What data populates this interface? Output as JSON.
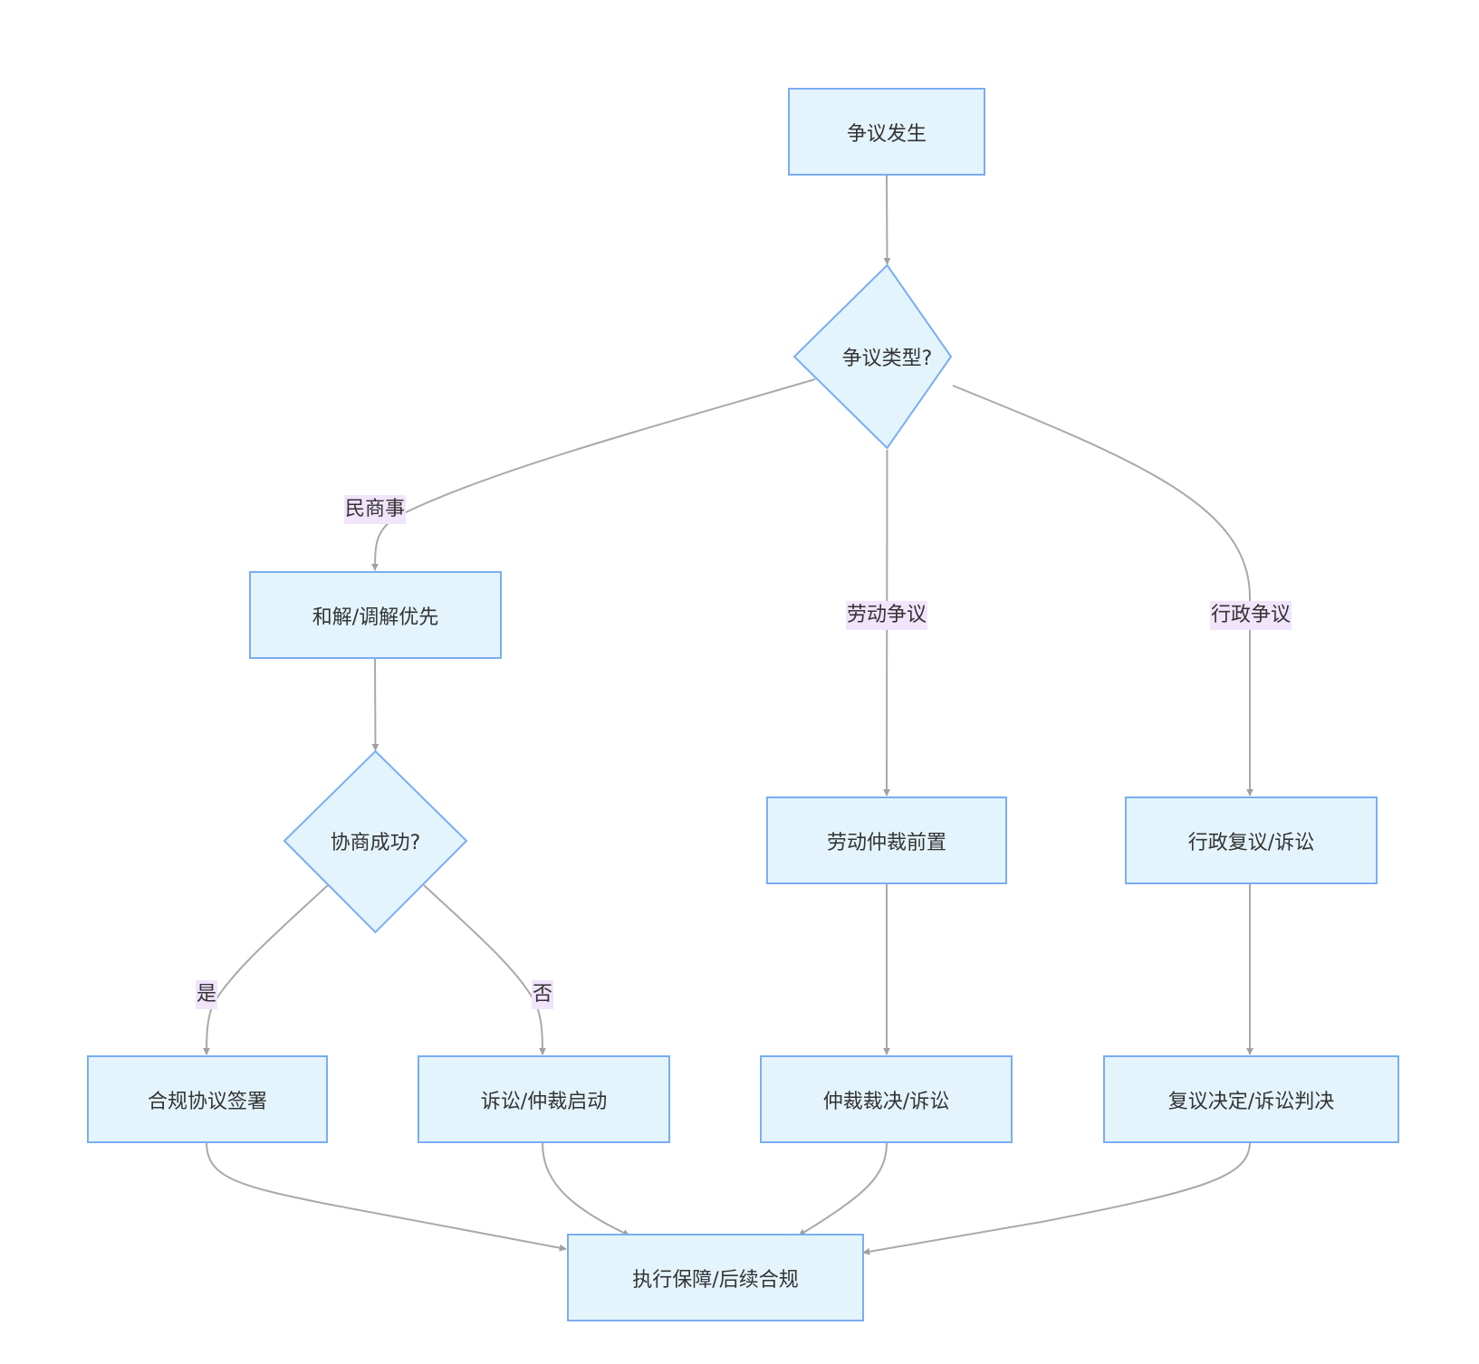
{
  "nodes": {
    "start": "争议发生",
    "type_decision": "争议类型?",
    "settle_first": "和解/调解优先",
    "negotiation_decision": "协商成功?",
    "compliance_agreement": "合规协议签署",
    "litigation_start": "诉讼/仲裁启动",
    "labor_arbitration": "劳动仲裁前置",
    "arbitration_award": "仲裁裁决/诉讼",
    "admin_review": "行政复议/诉讼",
    "review_decision": "复议决定/诉讼判决",
    "enforcement": "执行保障/后续合规"
  },
  "edge_labels": {
    "civil": "民商事",
    "labor": "劳动争议",
    "admin": "行政争议",
    "yes": "是",
    "no": "否"
  },
  "colors": {
    "node_fill": "#e4f4fc",
    "node_border": "#7aadf3",
    "edge": "#a9a9a9",
    "label_bg": "#f1e4fb",
    "text": "#333333"
  }
}
